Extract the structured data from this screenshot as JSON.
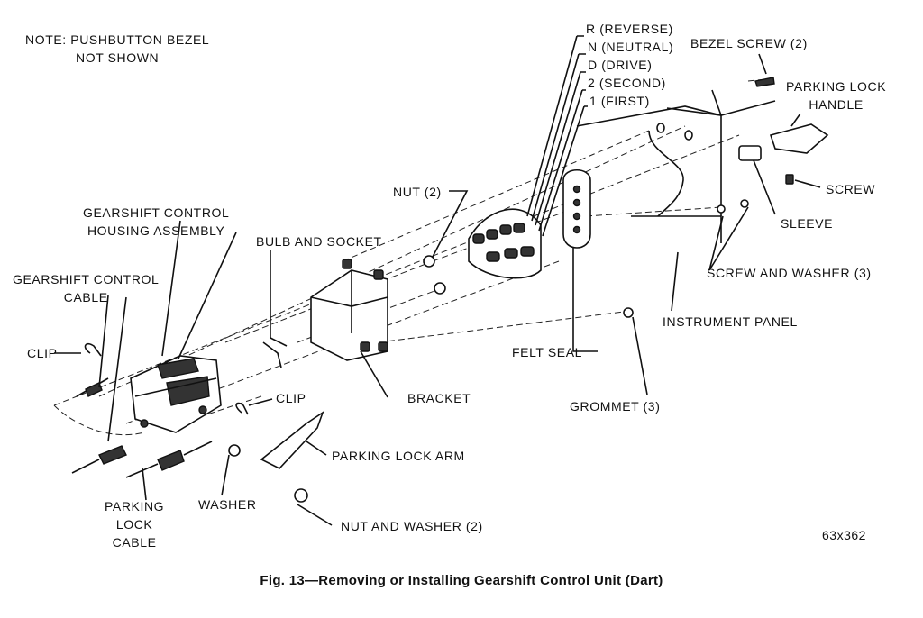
{
  "note": {
    "line1": "NOTE: PUSHBUTTON BEZEL",
    "line2": "NOT SHOWN"
  },
  "labels": {
    "reverse": "R (REVERSE)",
    "neutral": "N (NEUTRAL)",
    "drive": "D (DRIVE)",
    "second": "2 (SECOND)",
    "first": "1 (FIRST)",
    "bezel_screw": "BEZEL SCREW (2)",
    "parking_lock_handle_1": "PARKING LOCK",
    "parking_lock_handle_2": "HANDLE",
    "screw": "SCREW",
    "sleeve": "SLEEVE",
    "nut": "NUT (2)",
    "housing_1": "GEARSHIFT CONTROL",
    "housing_2": "HOUSING ASSEMBLY",
    "bulb_socket": "BULB AND SOCKET",
    "cable_1": "GEARSHIFT CONTROL",
    "cable_2": "CABLE",
    "screw_washer": "SCREW AND WASHER (3)",
    "instrument_panel": "INSTRUMENT PANEL",
    "clip_left": "CLIP",
    "felt_seal": "FELT SEAL",
    "bracket": "BRACKET",
    "grommet": "GROMMET (3)",
    "clip_mid": "CLIP",
    "parking_lock_arm": "PARKING LOCK ARM",
    "pl_cable_1": "PARKING",
    "pl_cable_2": "LOCK",
    "pl_cable_3": "CABLE",
    "washer": "WASHER",
    "nut_washer": "NUT AND WASHER (2)"
  },
  "figure_code": "63x362",
  "caption": "Fig. 13—Removing or Installing Gearshift Control Unit (Dart)"
}
